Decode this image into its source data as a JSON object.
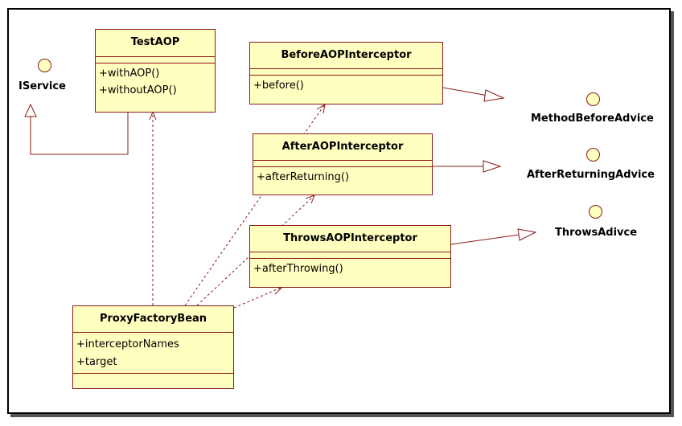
{
  "classes": {
    "testaop": {
      "name": "TestAOP",
      "ops": [
        "+withAOP()",
        "+withoutAOP()"
      ]
    },
    "before": {
      "name": "BeforeAOPInterceptor",
      "ops": [
        "+before()"
      ]
    },
    "after": {
      "name": "AfterAOPInterceptor",
      "ops": [
        "+afterReturning()"
      ]
    },
    "throws": {
      "name": "ThrowsAOPInterceptor",
      "ops": [
        "+afterThrowing()"
      ]
    },
    "proxy": {
      "name": "ProxyFactoryBean",
      "fields": [
        "+interceptorNames",
        "+target"
      ]
    }
  },
  "interfaces": {
    "iservice": "IService",
    "method_before_advice": "MethodBeforeAdvice",
    "after_returning_advice": "AfterReturningAdvice",
    "throws_advice": "ThrowsAdivce"
  },
  "colors": {
    "class_fill": "#ffffc0",
    "class_border": "#8b1a1a",
    "dependency_line": "#8b1a1a"
  }
}
